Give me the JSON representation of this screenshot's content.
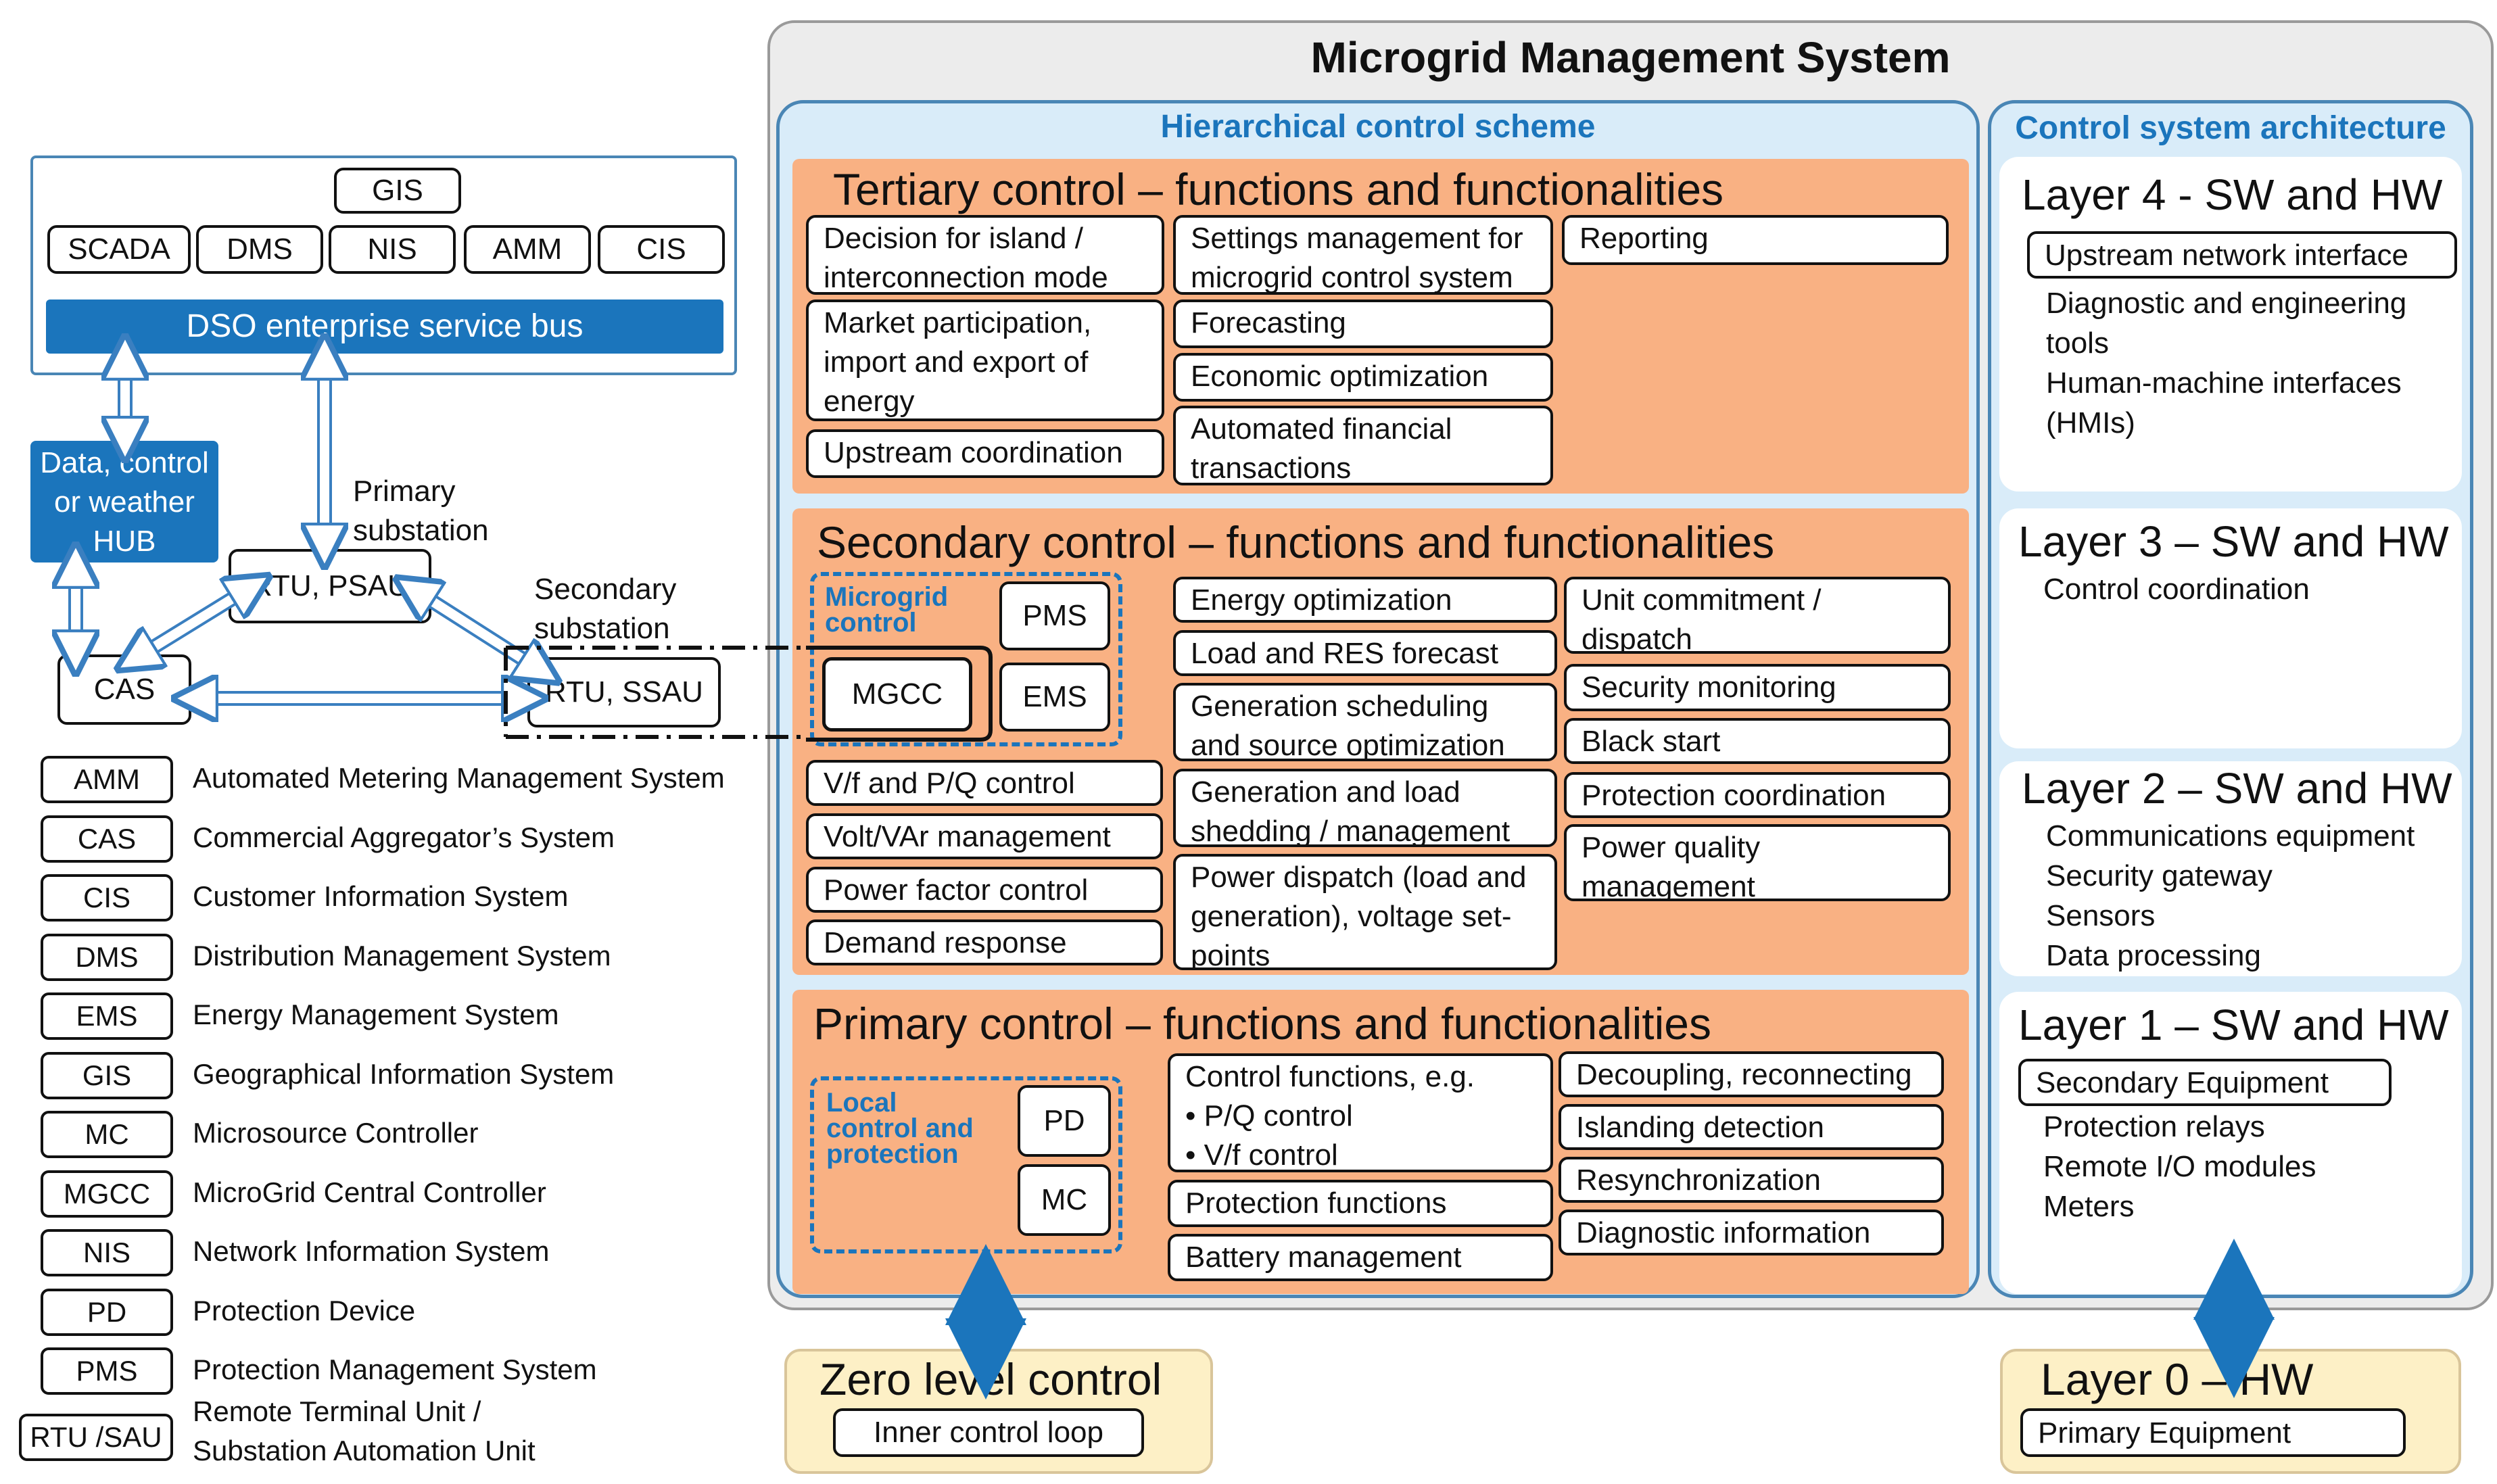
{
  "main_title": "Microgrid Management System",
  "hier_title": "Hierarchical control scheme",
  "arch_title": "Control system architecture",
  "dso": {
    "gis": "GIS",
    "systems": [
      "SCADA",
      "DMS",
      "NIS",
      "AMM",
      "CIS"
    ],
    "bus": "DSO enterprise service bus"
  },
  "hub": [
    "Data, control",
    "or weather",
    "HUB"
  ],
  "primary_substation": [
    "Primary",
    "substation"
  ],
  "secondary_substation": [
    "Secondary",
    "substation"
  ],
  "rtu_psau": "RTU, PSAU",
  "rtu_ssau": "RTU, SSAU",
  "cas": "CAS",
  "tertiary": {
    "title": "Tertiary control – functions and functionalities",
    "items": [
      [
        "Decision for island /",
        "interconnection mode"
      ],
      [
        "Settings management for",
        "microgrid control system"
      ],
      [
        "Reporting"
      ],
      [
        "Market participation,",
        "import and export of",
        "energy"
      ],
      [
        "Forecasting"
      ],
      [
        "Economic optimization"
      ],
      [
        "Upstream coordination"
      ],
      [
        "Automated financial",
        "transactions"
      ]
    ]
  },
  "secondary": {
    "title": "Secondary control – functions and functionalities",
    "microgrid_control": [
      "Microgrid",
      "control"
    ],
    "pms": "PMS",
    "mgcc": "MGCC",
    "ems": "EMS",
    "items": [
      [
        "Energy optimization"
      ],
      [
        "Unit commitment /",
        "dispatch"
      ],
      [
        "Load and RES forecast"
      ],
      [
        "Security monitoring"
      ],
      [
        "Generation scheduling",
        "and source  optimization"
      ],
      [
        "Black start"
      ],
      [
        "V/f and P/Q control"
      ],
      [
        "Generation and load",
        "shedding / management"
      ],
      [
        "Protection coordination"
      ],
      [
        "Volt/VAr management"
      ],
      [
        "Power quality",
        "management"
      ],
      [
        "Power factor control"
      ],
      [
        "Power dispatch (load and",
        "generation), voltage set-",
        "points"
      ],
      [
        "Demand response"
      ]
    ]
  },
  "primary": {
    "title": "Primary control – functions and functionalities",
    "local": [
      "Local",
      "control and",
      "protection"
    ],
    "pd": "PD",
    "mc": "MC",
    "items": [
      [
        "Control functions, e.g.",
        "•   P/Q control",
        "•   V/f control"
      ],
      [
        "Decoupling, reconnecting"
      ],
      [
        "Islanding detection"
      ],
      [
        "Resynchronization"
      ],
      [
        "Protection functions"
      ],
      [
        "Diagnostic information"
      ],
      [
        "Battery management"
      ]
    ]
  },
  "zero": {
    "title": "Zero level control",
    "item": "Inner control loop"
  },
  "layers": [
    {
      "title": "Layer 4 - SW and HW",
      "boxed": "Upstream network interface",
      "items": [
        "Diagnostic and engineering",
        "tools",
        "Human-machine interfaces",
        "(HMIs)"
      ]
    },
    {
      "title": "Layer 3 – SW and HW",
      "boxed": "",
      "items": [
        "Control coordination"
      ]
    },
    {
      "title": "Layer 2 – SW and HW",
      "boxed": "",
      "items": [
        "Communications equipment",
        "Security gateway",
        "Sensors",
        "Data processing"
      ]
    },
    {
      "title": "Layer 1 – SW and HW",
      "boxed": "Secondary Equipment",
      "items": [
        "Protection relays",
        "Remote I/O modules",
        "Meters"
      ]
    }
  ],
  "layer0": {
    "title": "Layer 0 – HW",
    "item": "Primary Equipment"
  },
  "legend": [
    {
      "abbr": "AMM",
      "desc": [
        "Automated Metering Management System"
      ]
    },
    {
      "abbr": "CAS",
      "desc": [
        "Commercial Aggregator’s System"
      ]
    },
    {
      "abbr": "CIS",
      "desc": [
        "Customer Information System"
      ]
    },
    {
      "abbr": "DMS",
      "desc": [
        "Distribution Management System"
      ]
    },
    {
      "abbr": "EMS",
      "desc": [
        "Energy Management System"
      ]
    },
    {
      "abbr": "GIS",
      "desc": [
        "Geographical Information System"
      ]
    },
    {
      "abbr": "MC",
      "desc": [
        "Microsource Controller"
      ]
    },
    {
      "abbr": "MGCC",
      "desc": [
        "MicroGrid Central Controller"
      ]
    },
    {
      "abbr": "NIS",
      "desc": [
        "Network Information System"
      ]
    },
    {
      "abbr": "PD",
      "desc": [
        "Protection Device"
      ]
    },
    {
      "abbr": "PMS",
      "desc": [
        "Protection Management System"
      ]
    },
    {
      "abbr": "RTU /SAU",
      "desc": [
        "Remote Terminal Unit /",
        "Substation Automation Unit"
      ]
    }
  ],
  "colors": {
    "accent_blue": "#1b75bc",
    "orange": "#f9b183",
    "panel_gray": "#eeeeee",
    "cream": "#fdf0c6",
    "light_blue": "#d9ecf9"
  }
}
